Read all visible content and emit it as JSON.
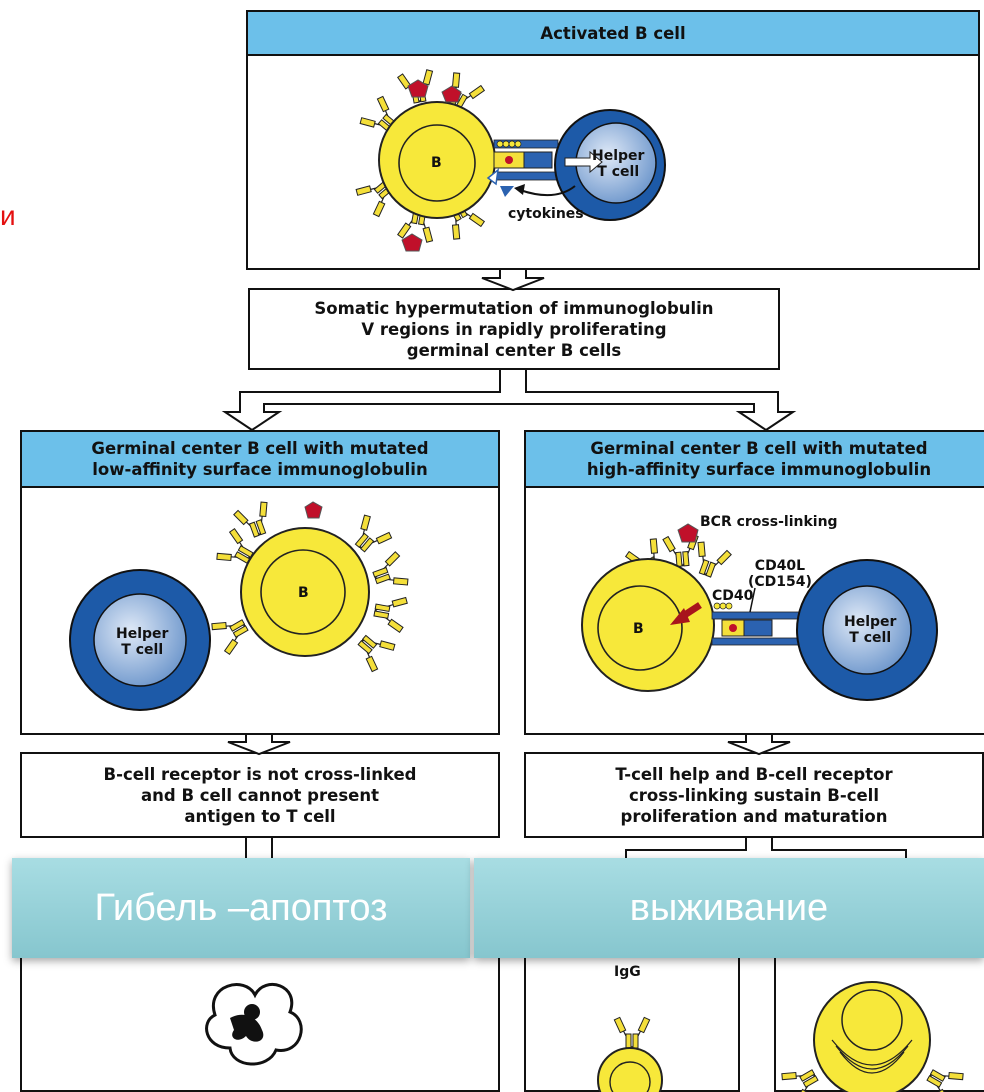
{
  "side_mark": "и",
  "top": {
    "title": "Activated B cell",
    "b_label": "B",
    "helper_label": "Helper\nT cell",
    "cytokines": "cytokines"
  },
  "step1": "Somatic hypermutation of immunoglobulin\nV regions in rapidly proliferating\ngerminal center B cells",
  "left": {
    "title": "Germinal center B cell with mutated\nlow-affinity surface immunoglobulin",
    "b_label": "B",
    "helper_label": "Helper\nT cell",
    "outcome": "B-cell receptor is not cross-linked\nand B cell cannot present\nantigen to T cell"
  },
  "right": {
    "title": "Germinal center B cell with mutated\nhigh-affinity surface immunoglobulin",
    "bcr": "BCR cross-linking",
    "cd40l": "CD40L\n(CD154)",
    "cd40": "CD40",
    "b_label": "B",
    "helper_label": "Helper\nT cell",
    "outcome": "T-cell help and B-cell receptor\ncross-linking sustain B-cell\nproliferation and maturation",
    "igg": "IgG"
  },
  "banners": {
    "death": "Гибель –апоптоз",
    "survival": "выживание"
  },
  "colors": {
    "header_blue": "#6cc0ea",
    "b_cell_yellow": "#f7e83a",
    "t_cell_blue": "#1d5aa8",
    "antigen_red": "#c0102a",
    "banner_teal": "#94cfd6"
  }
}
